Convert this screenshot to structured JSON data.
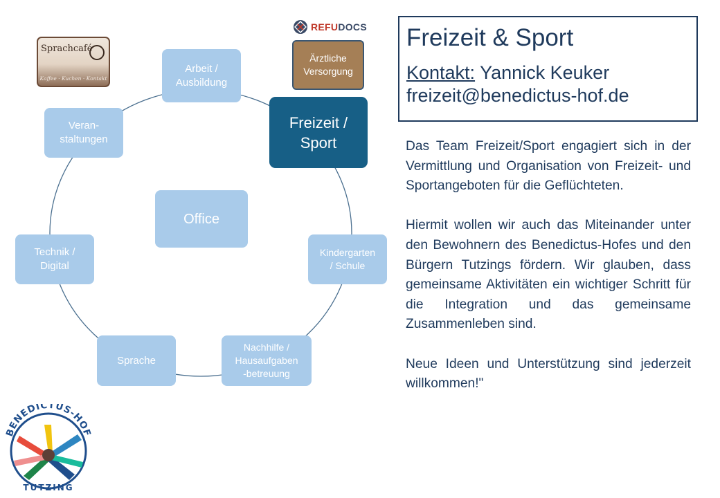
{
  "logos": {
    "sprachcafe": {
      "name": "Sprachcafé",
      "tagline": "Kaffee · Kuchen · Kontakt"
    },
    "refudocs": {
      "brand_a": "REFU",
      "brand_b": "DOCS"
    },
    "benedictus": {
      "top": "BENEDICTUS-HOF",
      "bottom": "TUTZING"
    }
  },
  "diagram": {
    "nodes": [
      {
        "label": "Arbeit /\nAusbildung"
      },
      {
        "label": "Freizeit /\nSport"
      },
      {
        "label": "Kindergarten\n/ Schule"
      },
      {
        "label": "Nachhilfe /\nHausaufgaben\n-betreuung"
      },
      {
        "label": "Sprache"
      },
      {
        "label": "Technik /\nDigital"
      },
      {
        "label": "Veran-\nstaltungen"
      }
    ],
    "center": {
      "label": "Office"
    },
    "extra": {
      "label": "Ärztliche\nVersorgung"
    }
  },
  "panel": {
    "title": "Freizeit & Sport",
    "contact_label": "Kontakt:",
    "contact_name": "Yannick Keuker",
    "email": "freizeit@benedictus-hof.de",
    "paragraphs": [
      "Das Team Freizeit/Sport engagiert sich in der Vermittlung und Organisation von Freizeit- und Sportangeboten für die Geflüchteten.",
      "Hiermit wollen wir auch das Miteinander unter den Bewohnern des Benedictus-Hofes und den Bürgern Tutzings fördern. Wir glauben, dass gemeinsame Aktivitäten ein wichtiger Schritt für die Integration und das gemeinsame Zusammenleben sind.",
      "Neue Ideen und Unterstützung sind jederzeit willkommen!\""
    ]
  },
  "colors": {
    "node": "#a9cbea",
    "active_node": "#175f86",
    "ring_line": "#4a6f8f",
    "text": "#1f3a5c"
  }
}
